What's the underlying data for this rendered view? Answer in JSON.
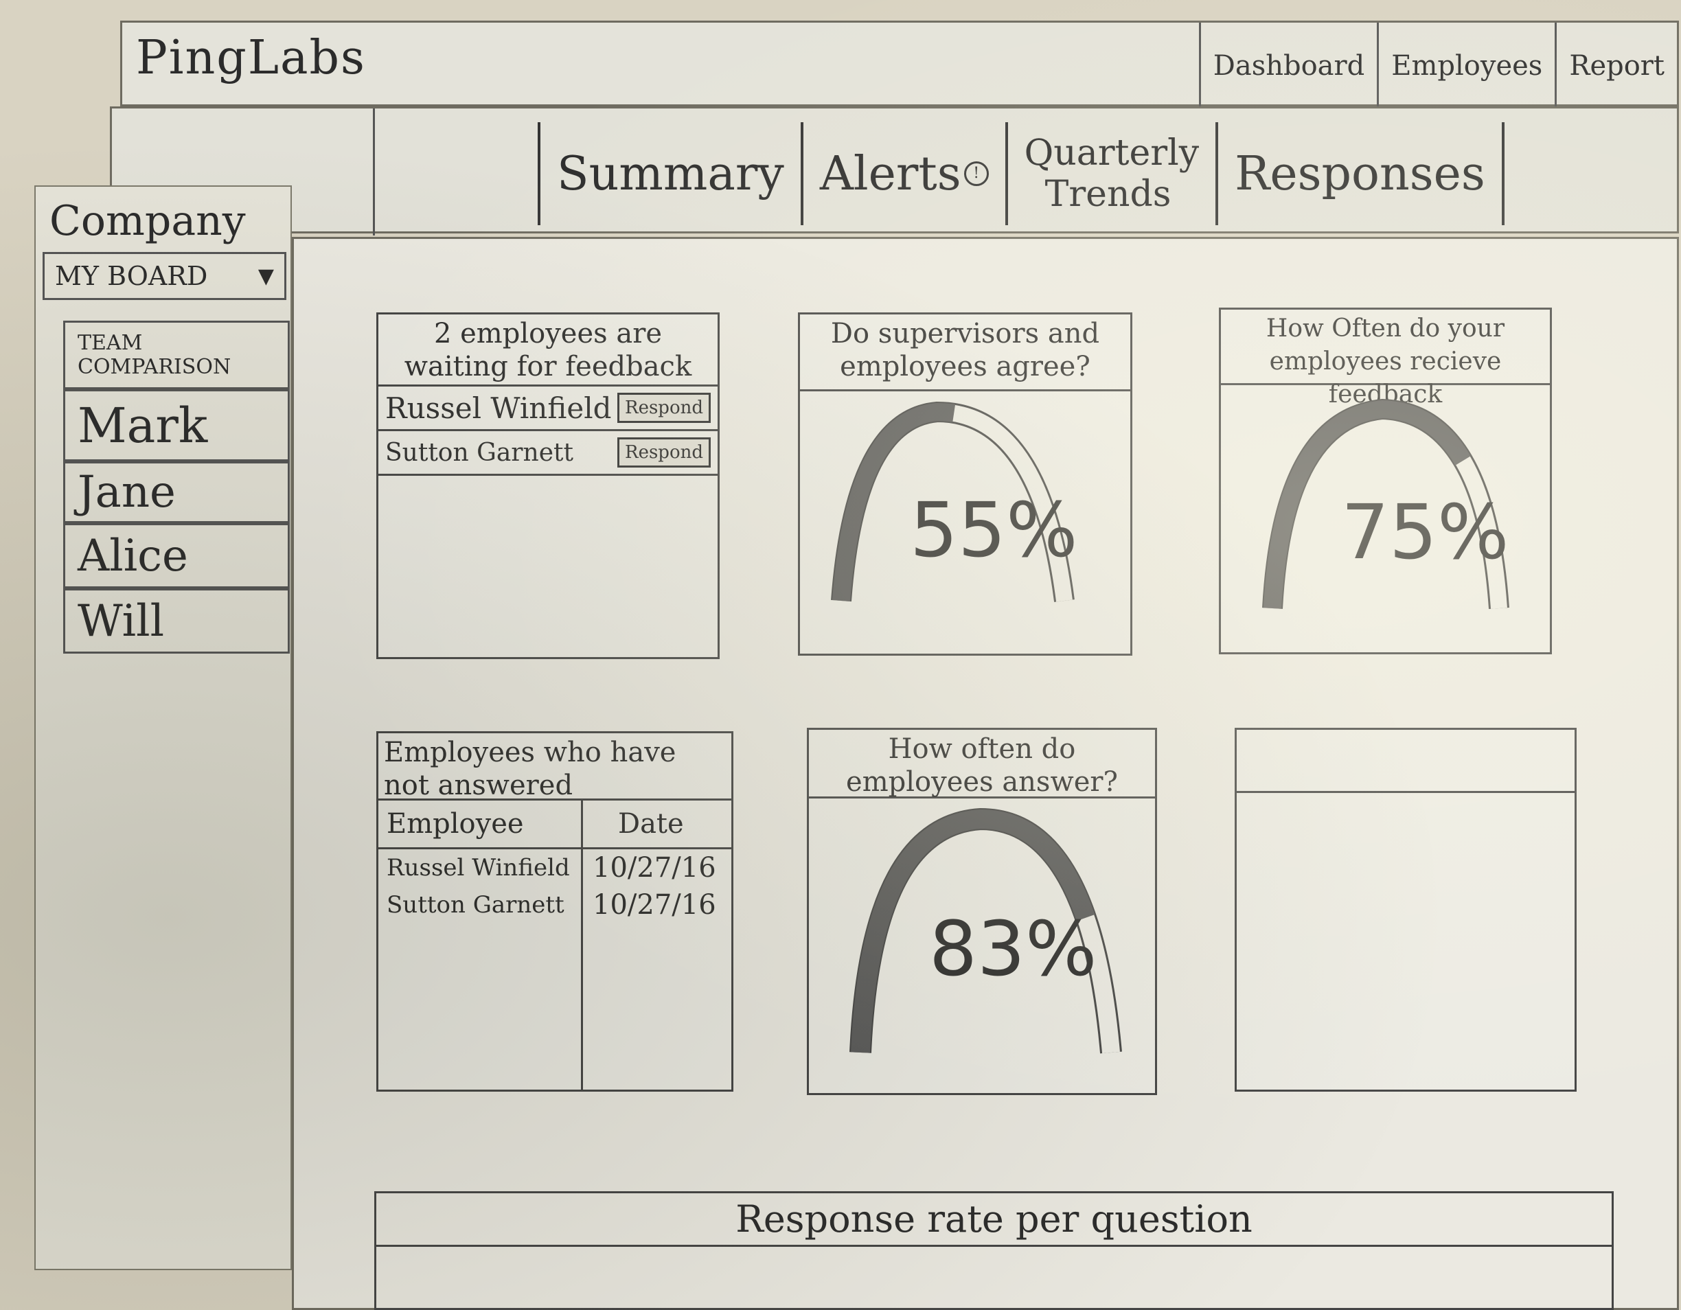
{
  "brand": "PingLabs",
  "top_nav": [
    "Dashboard",
    "Employees",
    "Report"
  ],
  "sub_tabs": [
    "Summary",
    "Alerts",
    "Quarterly",
    "Trends",
    "Responses"
  ],
  "alerts_badge": "!",
  "sidebar": {
    "title": "Company",
    "select_label": "MY BOARD",
    "items": [
      "TEAM COMPARISON",
      "Mark",
      "Jane",
      "Alice",
      "Will"
    ]
  },
  "cards": {
    "feedback_waiting": {
      "title": "2 employees are waiting for feedback",
      "rows": [
        {
          "name": "Russel Winfield",
          "action": "Respond"
        },
        {
          "name": "Sutton Garnett",
          "action": "Respond"
        }
      ]
    },
    "agree": {
      "title": "Do supervisors and employees agree?",
      "value_label": "55%",
      "value": 55
    },
    "feedback_freq": {
      "title": "How Often do your employees recieve feedback",
      "value_label": "75%",
      "value": 75
    },
    "not_answered": {
      "title": "Employees who have not answered",
      "columns": [
        "Employee",
        "Date"
      ],
      "rows": [
        [
          "Russel Winfield",
          "10/27/16"
        ],
        [
          "Sutton Garnett",
          "10/27/16"
        ]
      ]
    },
    "answer_freq": {
      "title": "How often do employees answer?",
      "value_label": "83%",
      "value": 83
    },
    "empty": {
      "title": ""
    }
  },
  "footer": {
    "title": "Response rate per question"
  }
}
